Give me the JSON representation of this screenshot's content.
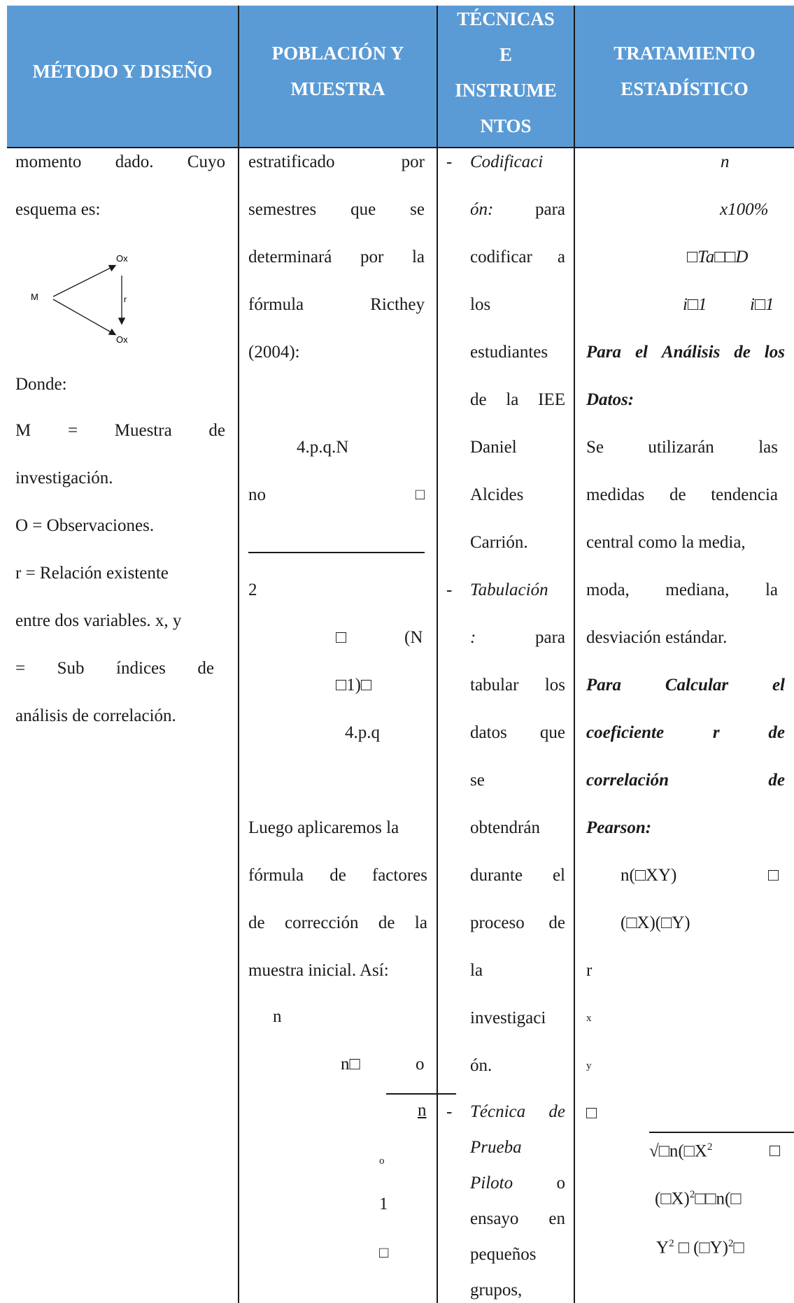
{
  "header": {
    "col1": "MÉTODO Y DISEÑO",
    "col2_l1": "POBLACIÓN Y",
    "col2_l2": "MUESTRA",
    "col3_l1": "TÉCNICAS",
    "col3_l2": "E",
    "col3_l3": "INSTRUME",
    "col3_l4": "NTOS",
    "col4_l1": "TRATAMIENTO",
    "col4_l2": "ESTADÍSTICO"
  },
  "col1": {
    "l1a": "momento",
    "l1b": "dado.",
    "l1c": "Cuyo",
    "l2": "esquema es:",
    "diagram": {
      "m": "M",
      "ox_top": "Ox",
      "r": "r",
      "ox_bottom": "Ox"
    },
    "l3": "Donde:",
    "l4a": "M",
    "l4b": "=",
    "l4c": "Muestra",
    "l4d": "de",
    "l5": "investigación.",
    "l6": "O = Observaciones.",
    "l7": "r = Relación existente",
    "l8": "entre dos variables. x, y",
    "l9a": "=",
    "l9b": "Sub",
    "l9c": "índices",
    "l9d": "de",
    "l10": "análisis de correlación."
  },
  "col2": {
    "l1a": "estratificado",
    "l1b": "por",
    "l2a": "semestres",
    "l2b": "que",
    "l2c": "se",
    "l3a": "determinará",
    "l3b": "por",
    "l3c": "la",
    "l4a": "fórmula",
    "l4b": "Ricthey",
    "l5": "(2004):",
    "f1": "4.p.q.N",
    "f2a": "no",
    "f2b": "□",
    "f3": "2",
    "f4a": "□",
    "f4b": "(N",
    "f5": "□1)□",
    "f6": "4.p.q",
    "l6": "Luego aplicaremos la",
    "l7a": "fórmula",
    "l7b": "de",
    "l7c": "factores",
    "l8a": "de",
    "l8b": "corrección",
    "l8c": "de",
    "l8d": "la",
    "l9": "muestra inicial. Así:",
    "g1": "n",
    "g2a": "n□",
    "g2b": "o",
    "g3": "n",
    "g4": "o",
    "g5": "1",
    "g6": "□"
  },
  "col3": {
    "d1": "-",
    "t1a": "Codificaci",
    "t1b": "ón:",
    "t1c": "para",
    "t1d": "codificar",
    "t1e": "a",
    "t1f": "los",
    "t1g": "estudiantes",
    "t1h": "de",
    "t1i": "la",
    "t1j": "IEE",
    "t1k": "Daniel",
    "t1l": "Alcides",
    "t1m": "Carrión.",
    "d2": "-",
    "t2a": "Tabulación",
    "t2b": ":",
    "t2c": "para",
    "t2d": "tabular",
    "t2e": "los",
    "t2f": "datos",
    "t2g": "que",
    "t2h": "se",
    "t2i": "obtendrán",
    "t2j": "durante",
    "t2k": "el",
    "t2l": "proceso",
    "t2m": "de",
    "t2n": "la",
    "t2o": "investigaci",
    "t2p": "ón.",
    "d3": "-",
    "t3a": "Técnica",
    "t3b": "de",
    "t3c": "Prueba",
    "t3d": "Piloto",
    "t3e": "o",
    "t3f": "ensayo",
    "t3g": "en",
    "t3h": "pequeños",
    "t3i": "grupos,"
  },
  "col4": {
    "e1": "n",
    "e2": "x100%",
    "e3": "□Ta□□D",
    "e4a": "i□1",
    "e4b": "i□1",
    "h1a": "Para",
    "h1b": "el",
    "h1c": "Análisis",
    "h1d": "de",
    "h1e": "los",
    "h2": "Datos:",
    "p1a": "Se",
    "p1b": "utilizarán",
    "p1c": "las",
    "p2a": "medidas",
    "p2b": "de",
    "p2c": "tendencia",
    "p3": "central como la media,",
    "p4a": "moda,",
    "p4b": "mediana,",
    "p4c": "la",
    "p5": "desviación estándar.",
    "h3a": "Para",
    "h3b": "Calcular",
    "h3c": "el",
    "h4a": "coeficiente",
    "h4b": "r",
    "h4c": "de",
    "h5a": "correlación",
    "h5b": "de",
    "h6": "Pearson:",
    "q1a": "n(□XY)",
    "q1b": "□",
    "q2": "(□X)(□Y)",
    "q3": "r",
    "q4": "x",
    "q5": "y",
    "q6": "□",
    "q7a": "√□n(□X",
    "q7sup": "2",
    "q7b": "□",
    "q8a": "(□X)",
    "q8sup": "2",
    "q8b": "□□n(□",
    "q9a": "Y",
    "q9sup": "2",
    "q9b": "□ (□Y)",
    "q9sup2": "2",
    "q9c": "□"
  }
}
